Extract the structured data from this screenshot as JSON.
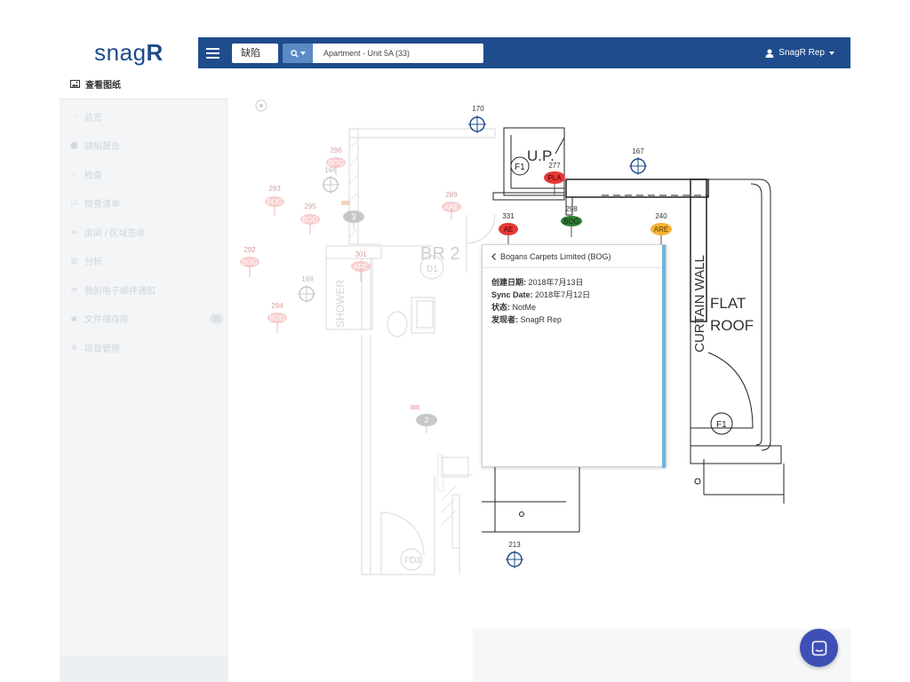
{
  "header": {
    "logo_text": "snag",
    "logo_r": "R",
    "type_select": "缺陷",
    "search_value": "Apartment - Unit 5A (33)",
    "user_name": "SnagR Rep"
  },
  "sidebar": {
    "active_label": "查看图纸",
    "items": [
      {
        "label": "总览",
        "icon": "dashboard-icon"
      },
      {
        "label": "缺陷报告",
        "icon": "map-marker-icon"
      },
      {
        "label": "检查",
        "icon": "search-icon"
      },
      {
        "label": "检查清单",
        "icon": "checklist-icon"
      },
      {
        "label": "房间 / 区域签收",
        "icon": "location-arrow-icon"
      },
      {
        "label": "分析",
        "icon": "bar-chart-icon"
      },
      {
        "label": "我的电子邮件通知",
        "icon": "envelope-icon"
      },
      {
        "label": "文件储存库",
        "icon": "folder-icon",
        "badge": "新"
      },
      {
        "label": "项目管理",
        "icon": "gears-icon"
      }
    ]
  },
  "drawing": {
    "room_labels": {
      "br2": "BR 2",
      "up": "U.P.",
      "f1_top": "F1",
      "d1": "D1",
      "shower": "SHOWER",
      "flat_roof_1": "FLAT",
      "flat_roof_2": "ROOF",
      "curtain_wall": "CURTAIN WALL",
      "f1_right": "F1",
      "fd3": "FD3",
      "br_partial": "BR"
    },
    "pins": [
      {
        "num": "296",
        "tag": "BOG",
        "color": "#f2a6a6",
        "faded": true
      },
      {
        "num": "170",
        "tag": "",
        "color": "#1f4c8c",
        "faded": false,
        "target": true
      },
      {
        "num": "166",
        "tag": "",
        "color": "#999999",
        "faded": true,
        "target": true
      },
      {
        "num": "289",
        "tag": "ARE",
        "color": "#f2a6a6",
        "faded": true
      },
      {
        "num": "277",
        "tag": "PLA",
        "color": "#e53935",
        "faded": false
      },
      {
        "num": "167",
        "tag": "",
        "color": "#1f4c8c",
        "faded": false,
        "target": true
      },
      {
        "num": "293",
        "tag": "BOG",
        "color": "#f2a6a6",
        "faded": true
      },
      {
        "num": "295",
        "tag": "BOG",
        "color": "#f2a6a6",
        "faded": true
      },
      {
        "num": "331",
        "tag": "AE",
        "color": "#e53935",
        "faded": false
      },
      {
        "num": "298",
        "tag": "BOG",
        "color": "#2e7d32",
        "faded": false
      },
      {
        "num": "240",
        "tag": "ARE",
        "color": "#f5b335",
        "faded": false
      },
      {
        "num": "292",
        "tag": "BOG",
        "color": "#f2a6a6",
        "faded": true
      },
      {
        "num": "301",
        "tag": "ARE",
        "color": "#f2a6a6",
        "faded": true
      },
      {
        "num": "169",
        "tag": "",
        "color": "#999999",
        "faded": true,
        "target": true
      },
      {
        "num": "294",
        "tag": "BOG",
        "color": "#f2a6a6",
        "faded": true
      },
      {
        "num": "213",
        "tag": "",
        "color": "#1f4c8c",
        "faded": false,
        "target": true
      }
    ],
    "clusters": [
      {
        "count": "3"
      },
      {
        "count": "2"
      }
    ]
  },
  "popup": {
    "title": "Bogans Carpets Limited (BOG)",
    "created_label": "创建日期:",
    "created_value": "2018年7月13日",
    "sync_label": "Sync Date:",
    "sync_value": "2018年7月12日",
    "status_label": "状态:",
    "status_value": "NotMe",
    "finder_label": "发现者:",
    "finder_value": "SnagR Rep"
  },
  "colors": {
    "brand": "#1f4c8c",
    "search_btn": "#5b8ac4",
    "chat": "#3f4fb6",
    "scroll": "#6fb3e0"
  }
}
